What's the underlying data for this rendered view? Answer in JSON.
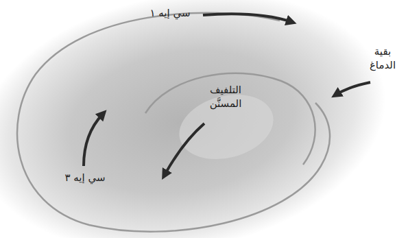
{
  "diagram": {
    "labels": [
      "سي إيه ١",
      "بقية الدماغ",
      "التلفيف المسنَّن",
      "سي إيه ٣"
    ]
  }
}
